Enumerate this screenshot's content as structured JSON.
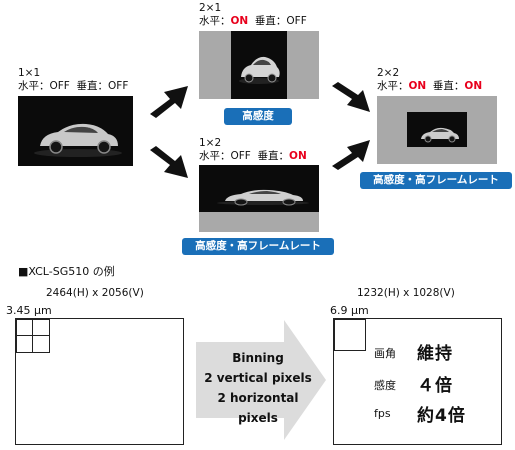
{
  "views": {
    "v11": {
      "size": "1×1",
      "h_label": "水平：",
      "h_val": "OFF",
      "v_label": "垂直：",
      "v_val": "OFF"
    },
    "v21": {
      "size": "2×1",
      "h_label": "水平：",
      "h_val": "ON",
      "v_label": "垂直：",
      "v_val": "OFF",
      "badge": "高感度"
    },
    "v12": {
      "size": "1×2",
      "h_label": "水平：",
      "h_val": "OFF",
      "v_label": "垂直：",
      "v_val": "ON",
      "badge": "高感度・高フレームレート"
    },
    "v22": {
      "size": "2×2",
      "h_label": "水平：",
      "h_val": "ON",
      "v_label": "垂直：",
      "v_val": "ON",
      "badge": "高感度・高フレームレート"
    }
  },
  "example": {
    "title": "■XCL-SG510 の例",
    "left_resolution": "2464(H) x 2056(V)",
    "left_pixel": "3.45 μm",
    "right_resolution": "1232(H) x 1028(V)",
    "right_pixel": "6.9 μm",
    "binning_lines": [
      "Binning",
      "2 vertical pixels",
      "2 horizontal pixels"
    ],
    "rows": [
      {
        "label": "画角",
        "value": "維持"
      },
      {
        "label": "感度",
        "value": "４倍"
      },
      {
        "label": "fps",
        "value": "約4倍"
      }
    ]
  },
  "colors": {
    "on": "#e8001c",
    "badge": "#1a6fb8",
    "panel": "#a9a9a9",
    "arrow": "#dcdcdc"
  }
}
